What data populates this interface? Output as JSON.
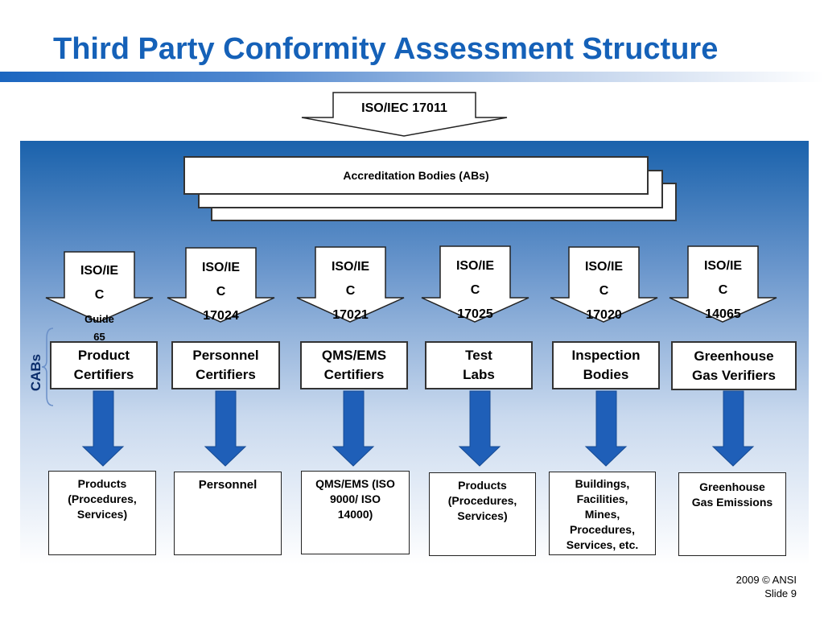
{
  "title": "Third Party Conformity Assessment Structure",
  "top_standard": "ISO/IEC 17011",
  "accreditation_bodies": "Accreditation Bodies (ABs)",
  "cabs_label": "CABs",
  "columns": [
    {
      "std1": "ISO/IE",
      "std2": "C",
      "std3": "Guide",
      "std4": "65",
      "cab1": "Product",
      "cab2": "Certifiers",
      "out1": "Products",
      "out2": "(Procedures,",
      "out3": "Services)"
    },
    {
      "std1": "ISO/IE",
      "std2": "C",
      "std3": "17024",
      "cab1": "Personnel",
      "cab2": "Certifiers",
      "out1": "Personnel"
    },
    {
      "std1": "ISO/IE",
      "std2": "C",
      "std3": "17021",
      "cab1": "QMS/EMS",
      "cab2": "Certifiers",
      "out1": "QMS/EMS (ISO",
      "out2": "9000/ ISO",
      "out3": "14000)"
    },
    {
      "std1": "ISO/IE",
      "std2": "C",
      "std3": "17025",
      "cab1": "Test",
      "cab2": "Labs",
      "out1": "Products",
      "out2": "(Procedures,",
      "out3": "Services)"
    },
    {
      "std1": "ISO/IE",
      "std2": "C",
      "std3": "17020",
      "cab1": "Inspection",
      "cab2": "Bodies",
      "out1": "Buildings,",
      "out2": "Facilities,",
      "out3": "Mines,",
      "out4": "Procedures,",
      "out5": "Services, etc."
    },
    {
      "std1": "ISO/IE",
      "std2": "C",
      "std3": "14065",
      "cab1": "Greenhouse",
      "cab2": "Gas Verifiers",
      "out1": "Greenhouse",
      "out2": "Gas Emissions"
    }
  ],
  "footer": {
    "year": "2009 © ANSI",
    "slide": "Slide 9"
  },
  "colors": {
    "title": "#1561b8",
    "panel_top": "#1a62ac",
    "arrow": "#1f5fb8"
  }
}
